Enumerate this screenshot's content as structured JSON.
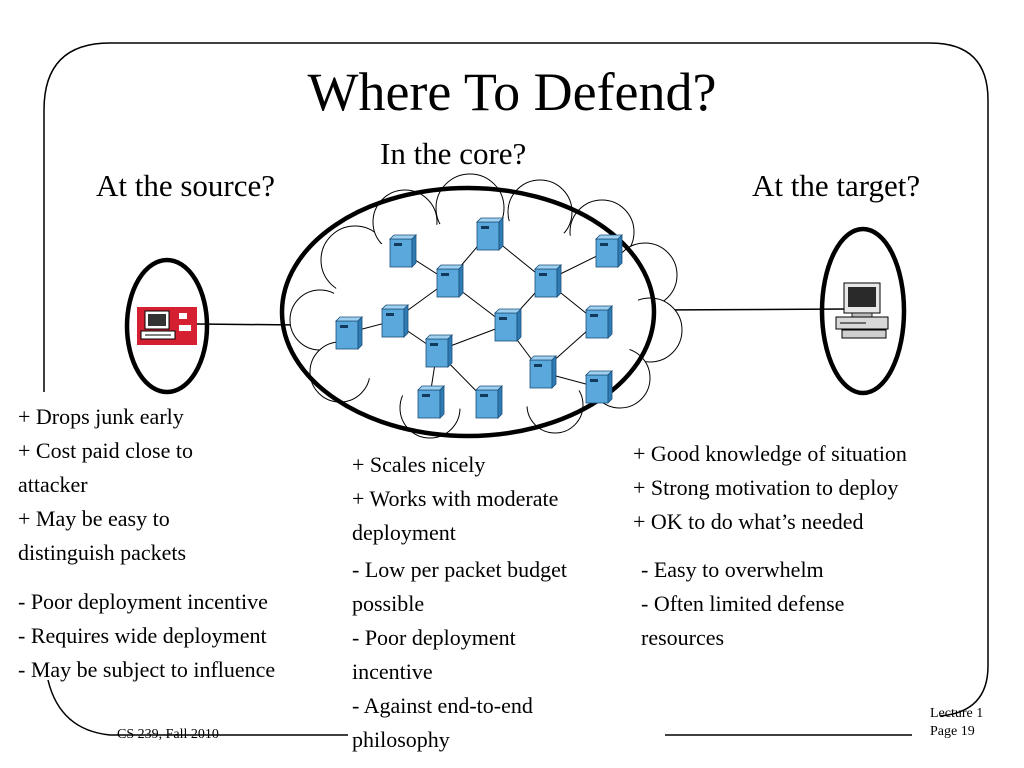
{
  "slide": {
    "title": "Where To Defend?",
    "core_heading": "In the core?",
    "source_heading": "At the source?",
    "target_heading": "At the target?"
  },
  "source": {
    "icon": "attacker-computer-icon",
    "points": [
      "+ Drops junk early",
      "+ Cost paid close to",
      "attacker",
      "+ May be easy to",
      "distinguish packets",
      "- Poor deployment incentive",
      "- Requires wide deployment",
      "- May be subject to influence"
    ]
  },
  "core": {
    "icon": "router-icon",
    "points": [
      "+ Scales nicely",
      "+ Works with moderate",
      "deployment",
      "- Low per packet budget",
      "possible",
      "- Poor deployment",
      "incentive",
      "- Against end-to-end",
      "philosophy"
    ]
  },
  "target": {
    "icon": "desktop-computer-icon",
    "points": [
      "+ Good knowledge of situation",
      "+ Strong motivation to deploy",
      "+ OK to do what’s needed",
      "- Easy to overwhelm",
      "- Often limited defense",
      "resources"
    ]
  },
  "footer": {
    "course": "CS 239, Fall 2010",
    "lecture": "Lecture 1",
    "page": "Page 19"
  },
  "colors": {
    "router": "#5aa8dc",
    "router_side": "#2f7cb5",
    "attacker_bg": "#d42030"
  }
}
